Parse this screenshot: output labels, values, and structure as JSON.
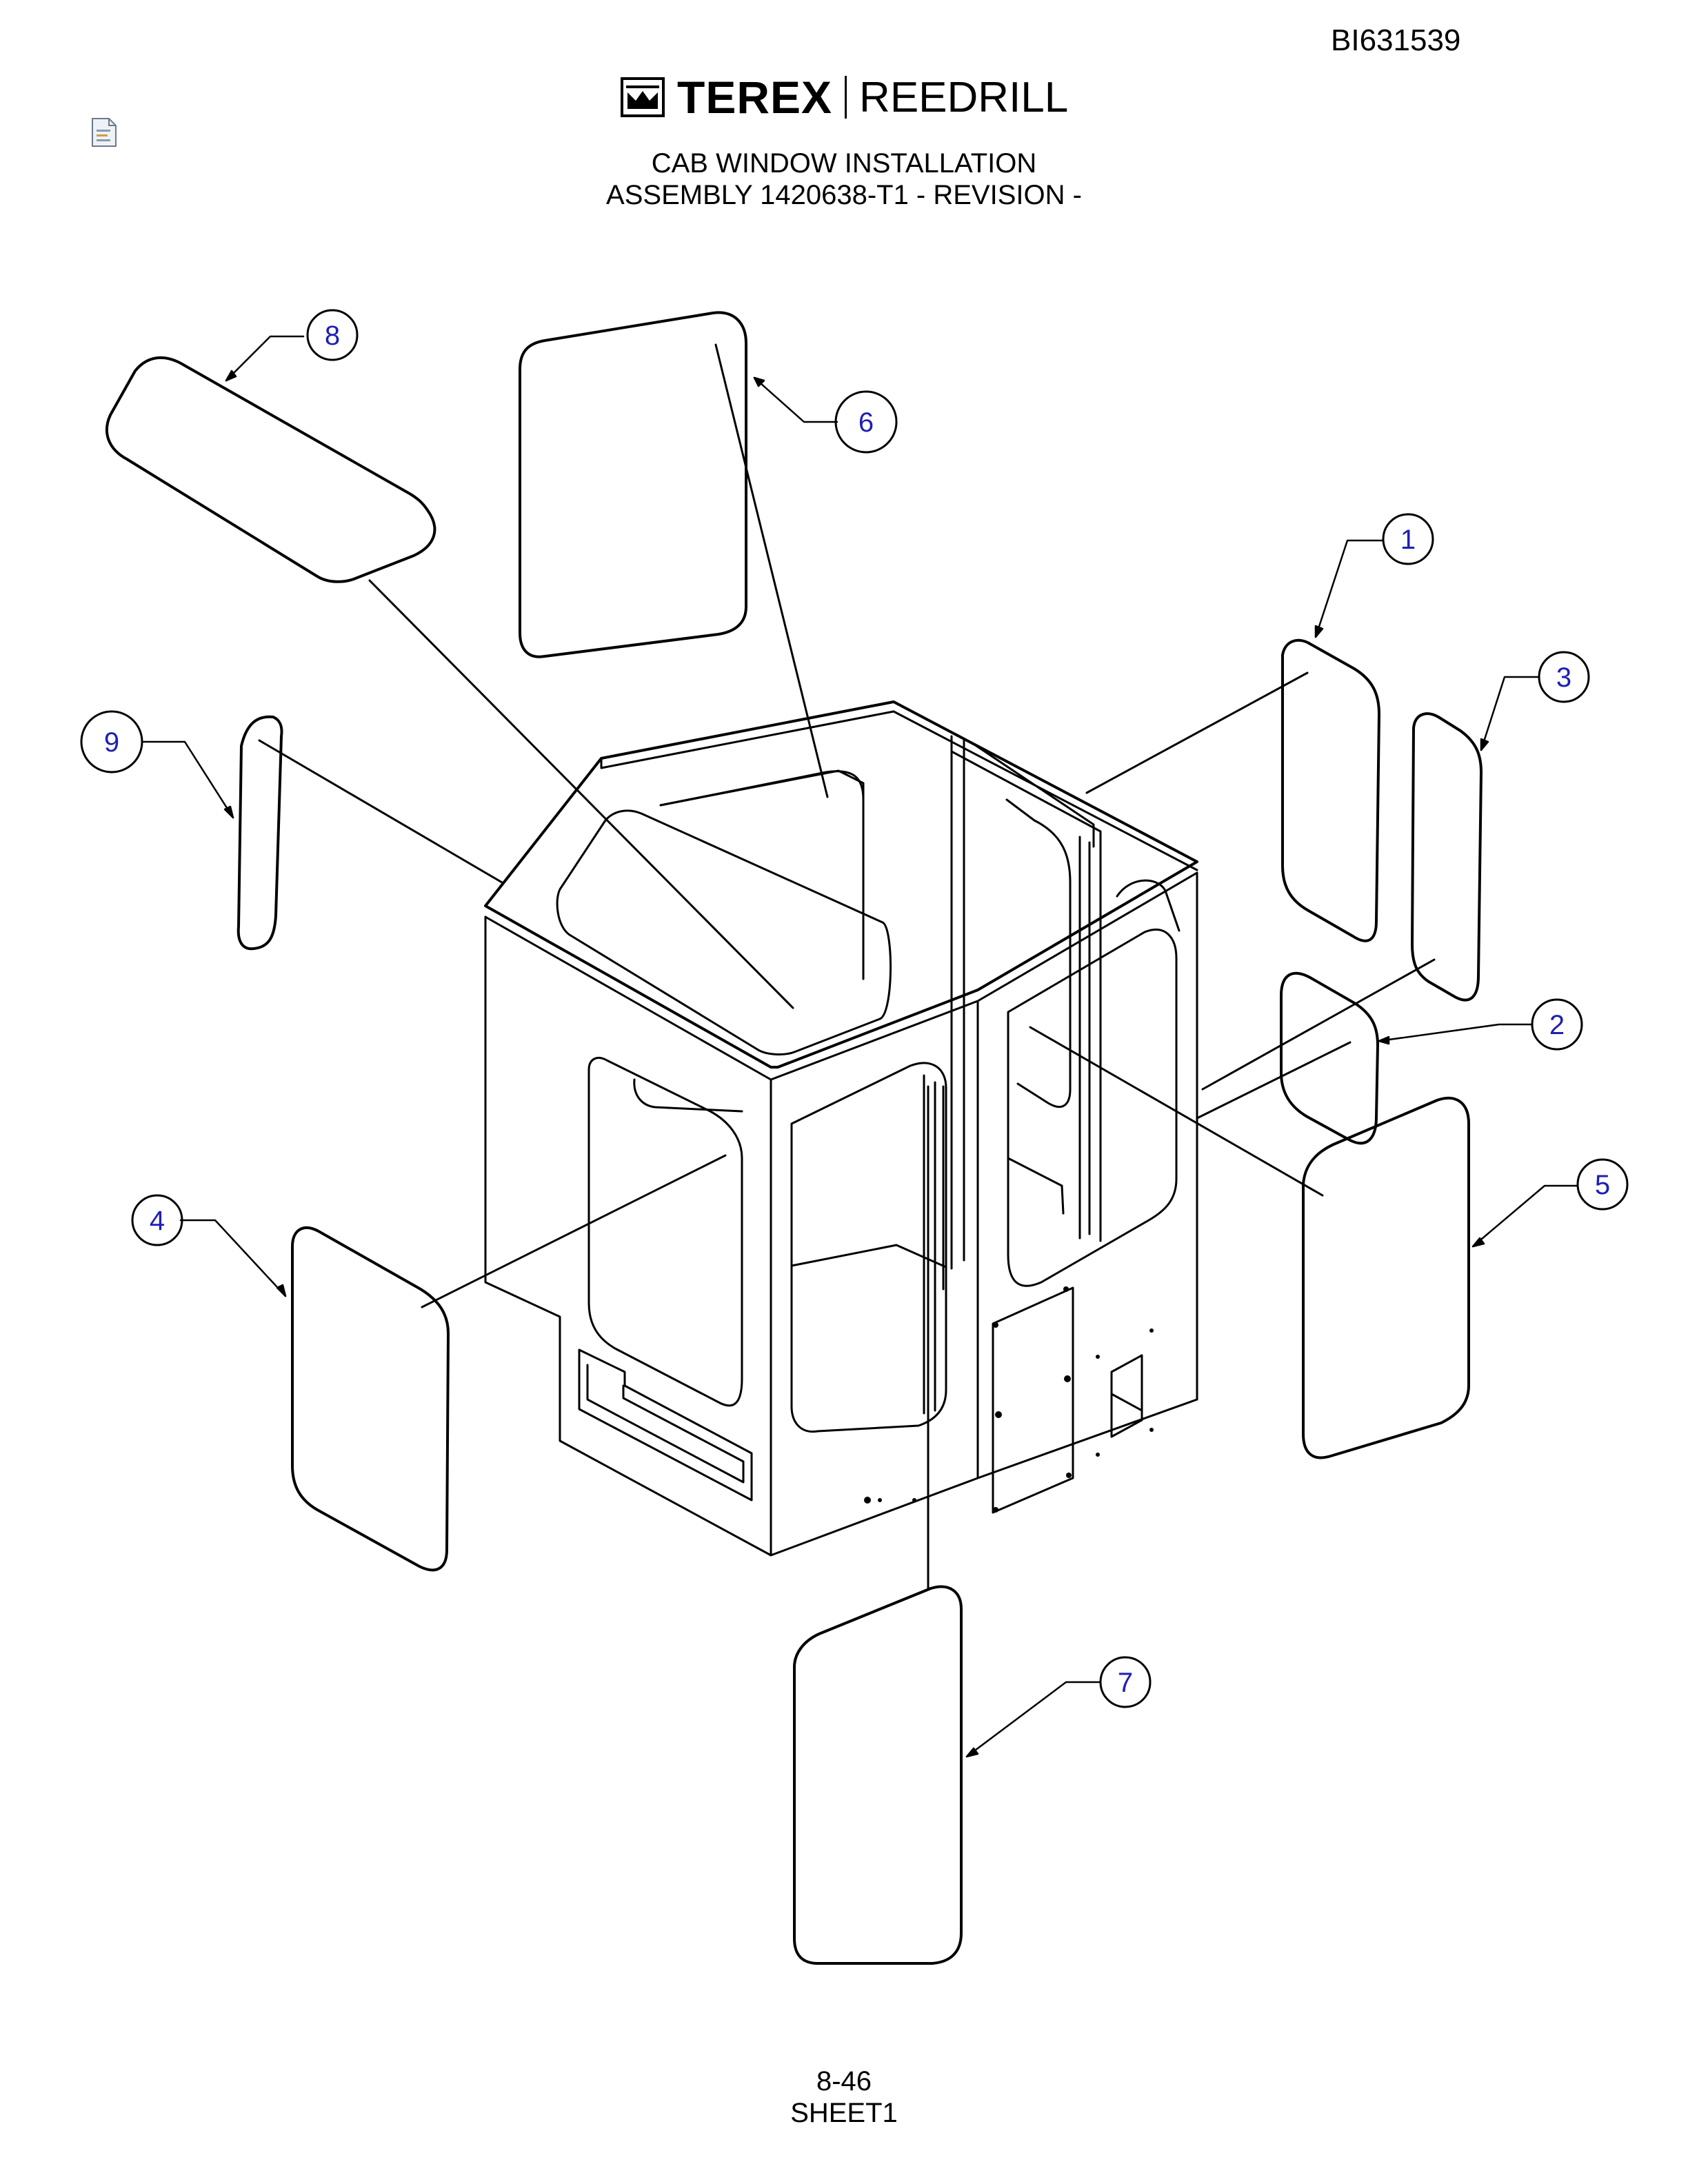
{
  "header": {
    "doc_id": "BI631539",
    "brand_name": "TEREX",
    "brand_division": "REEDRILL",
    "title_line1": "CAB WINDOW INSTALLATION",
    "title_line2": "ASSEMBLY 1420638-T1 - REVISION -"
  },
  "footer": {
    "page_number": "8-46",
    "sheet": "SHEET1"
  },
  "callouts": {
    "c1": "1",
    "c2": "2",
    "c3": "3",
    "c4": "4",
    "c5": "5",
    "c6": "6",
    "c7": "7",
    "c8": "8",
    "c9": "9"
  },
  "icons": {
    "logo": "terex-crown-logo",
    "document": "document-page-icon"
  },
  "colors": {
    "line": "#000000",
    "callout_text": "#1f1fb4",
    "background": "#ffffff"
  }
}
